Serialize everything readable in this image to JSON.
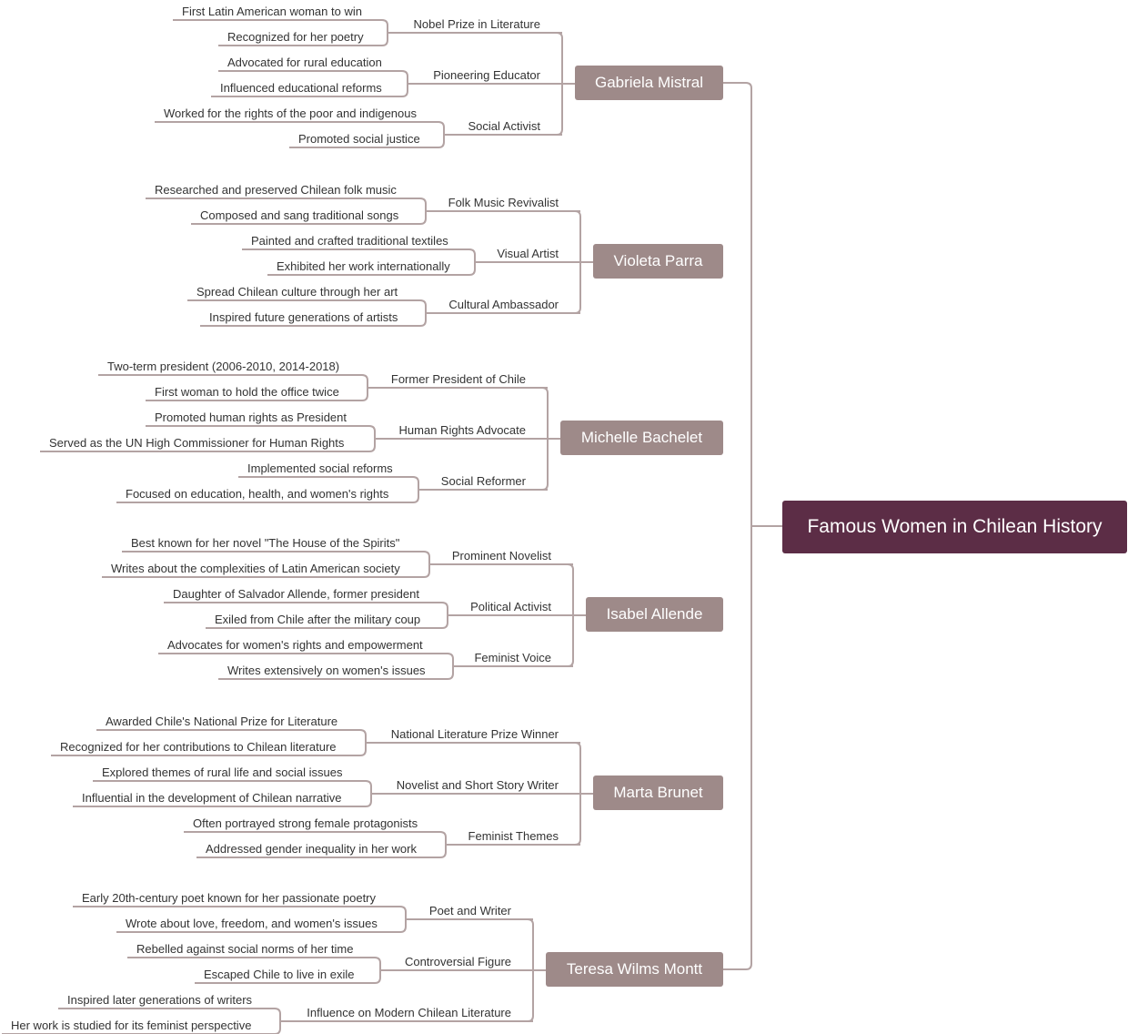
{
  "root": {
    "title": "Famous Women in Chilean History"
  },
  "colors": {
    "root": "#5c2d46",
    "person": "#9e8a89",
    "line": "#b3a3a3"
  },
  "people": [
    {
      "name": "Gabriela Mistral",
      "branches": [
        {
          "label": "Nobel Prize in Literature",
          "leaves": [
            "First Latin American woman to win",
            "Recognized for her poetry"
          ]
        },
        {
          "label": "Pioneering Educator",
          "leaves": [
            "Advocated for rural education",
            "Influenced educational reforms"
          ]
        },
        {
          "label": "Social Activist",
          "leaves": [
            "Worked for the rights of the poor and indigenous",
            "Promoted social justice"
          ]
        }
      ]
    },
    {
      "name": "Violeta Parra",
      "branches": [
        {
          "label": "Folk Music Revivalist",
          "leaves": [
            "Researched and preserved Chilean folk music",
            "Composed and sang traditional songs"
          ]
        },
        {
          "label": "Visual Artist",
          "leaves": [
            "Painted and crafted traditional textiles",
            "Exhibited her work internationally"
          ]
        },
        {
          "label": "Cultural Ambassador",
          "leaves": [
            "Spread Chilean culture through her art",
            "Inspired future generations of artists"
          ]
        }
      ]
    },
    {
      "name": "Michelle Bachelet",
      "branches": [
        {
          "label": "Former President of Chile",
          "leaves": [
            "Two-term president (2006-2010, 2014-2018)",
            "First woman to hold the office twice"
          ]
        },
        {
          "label": "Human Rights Advocate",
          "leaves": [
            "Promoted human rights as President",
            "Served as the UN High Commissioner for Human Rights"
          ]
        },
        {
          "label": "Social Reformer",
          "leaves": [
            "Implemented social reforms",
            "Focused on education, health, and women's rights"
          ]
        }
      ]
    },
    {
      "name": "Isabel Allende",
      "branches": [
        {
          "label": "Prominent Novelist",
          "leaves": [
            "Best known for her novel \"The House of the Spirits\"",
            "Writes about the complexities of Latin American society"
          ]
        },
        {
          "label": "Political Activist",
          "leaves": [
            "Daughter of Salvador Allende, former president",
            "Exiled from Chile after the military coup"
          ]
        },
        {
          "label": "Feminist Voice",
          "leaves": [
            "Advocates for women's rights and empowerment",
            "Writes extensively on women's issues"
          ]
        }
      ]
    },
    {
      "name": "Marta Brunet",
      "branches": [
        {
          "label": "National Literature Prize Winner",
          "leaves": [
            "Awarded Chile's National Prize for Literature",
            "Recognized for her contributions to Chilean literature"
          ]
        },
        {
          "label": "Novelist and Short Story Writer",
          "leaves": [
            "Explored themes of rural life and social issues",
            "Influential in the development of Chilean narrative"
          ]
        },
        {
          "label": "Feminist Themes",
          "leaves": [
            "Often portrayed strong female protagonists",
            "Addressed gender inequality in her work"
          ]
        }
      ]
    },
    {
      "name": "Teresa Wilms Montt",
      "branches": [
        {
          "label": "Poet and Writer",
          "leaves": [
            "Early 20th-century poet known for her passionate poetry",
            "Wrote about love, freedom, and women's issues"
          ]
        },
        {
          "label": "Controversial Figure",
          "leaves": [
            "Rebelled against social norms of her time",
            "Escaped Chile to live in exile"
          ]
        },
        {
          "label": "Influence on Modern Chilean Literature",
          "leaves": [
            "Inspired later generations of writers",
            "Her work is studied for its feminist perspective"
          ]
        }
      ]
    }
  ]
}
